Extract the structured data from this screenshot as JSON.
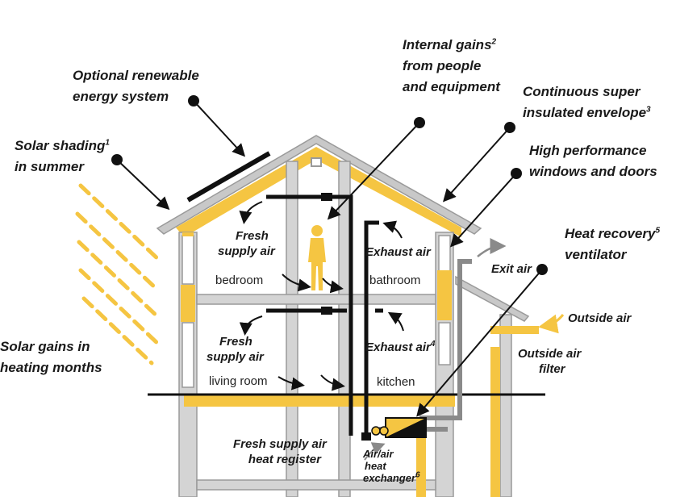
{
  "labels": {
    "renewable": {
      "line1": "Optional renewable",
      "line2": "energy system"
    },
    "internal": {
      "line1": "Internal gains",
      "sup": "2",
      "line2": "from people",
      "line3": "and equipment"
    },
    "envelope": {
      "line1": "Continuous super",
      "line2": "insulated envelope",
      "sup": "3"
    },
    "solar_shading": {
      "line1": "Solar shading",
      "sup": "1",
      "line2": "in summer"
    },
    "windows": {
      "line1": "High performance",
      "line2": "windows and doors"
    },
    "hrv": {
      "line1": "Heat recovery",
      "sup": "5",
      "line2": "ventilator"
    },
    "exit_air": "Exit air",
    "outside_air": "Outside air",
    "outside_filter": {
      "line1": "Outside air",
      "line2": "filter"
    },
    "solar_gains": {
      "line1": "Solar gains in",
      "line2": "heating months"
    },
    "fresh_supply_top": {
      "line1": "Fresh",
      "line2": "supply air"
    },
    "fresh_supply_mid": {
      "line1": "Fresh",
      "line2": "supply air"
    },
    "exhaust_top": "Exhaust air",
    "exhaust_mid": "Exhaust air",
    "exhaust_mid_sup": "4",
    "heat_register": {
      "line1": "Fresh supply air",
      "line2": "heat register"
    },
    "exchanger": {
      "line1": "Air/air",
      "line2": "heat",
      "line3": "exchanger",
      "sup": "6"
    }
  },
  "rooms": {
    "bedroom": "bedroom",
    "bathroom": "bathroom",
    "living_room": "living room",
    "kitchen": "kitchen"
  },
  "colors": {
    "insulation": "#f5c542",
    "structure": "#c8c8c8",
    "structure_edge": "#9a9a9a",
    "duct": "#111111",
    "duct_grey": "#8a8a8a",
    "label": "#1a1a1a"
  }
}
